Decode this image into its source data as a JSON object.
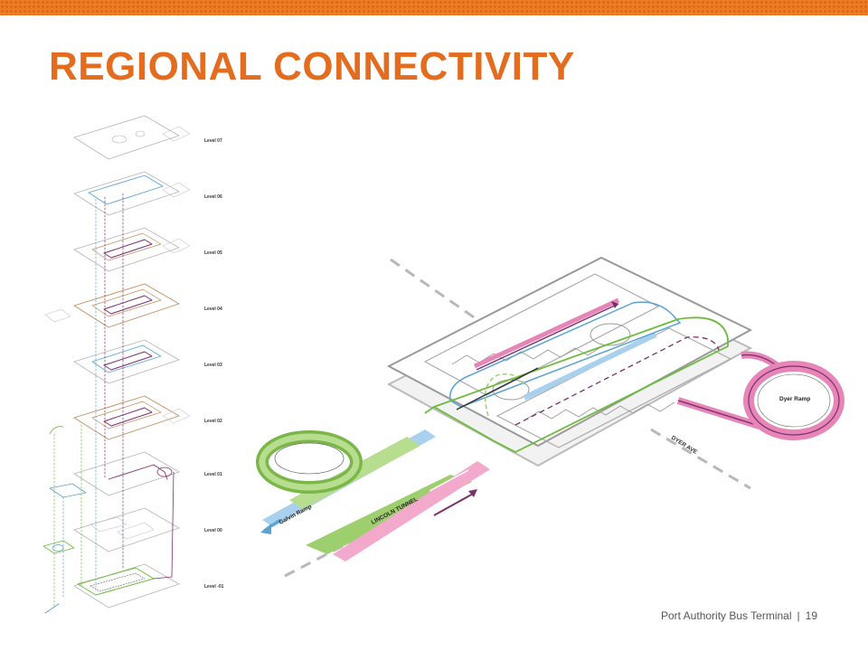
{
  "slide": {
    "title": "REGIONAL CONNECTIVITY",
    "footer_text": "Port Authority Bus Terminal",
    "footer_separator": "|",
    "page_number": "19"
  },
  "levels": [
    "Level 07",
    "Level 06",
    "Level 05",
    "Level 04",
    "Level 03",
    "Level 02",
    "Level 01",
    "Level 00",
    "Level -01"
  ],
  "diagram_labels": {
    "galvin_ramp": "Galvin Ramp",
    "lincoln_tunnel": "LINCOLN TUNNEL",
    "dyer_ave": "DYER AVE",
    "dyer_ramp": "Dyer Ramp"
  },
  "colors": {
    "accent_orange": "#e36c1f",
    "route_green": "#6dbb3c",
    "route_blue": "#5aa2d4",
    "route_pink": "#e685b6",
    "route_purple": "#7a2f6e",
    "route_brown": "#c08a5a"
  }
}
